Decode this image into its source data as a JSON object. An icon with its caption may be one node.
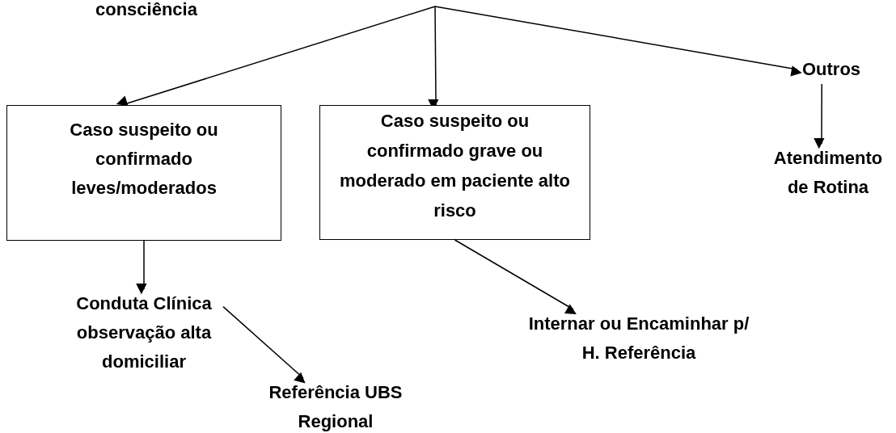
{
  "diagram": {
    "nodes": [
      {
        "text": [
          "Caso suspeito ou confirmado leves/moderados"
        ]
      },
      {
        "text": [
          "Caso suspeito ou confirmado grave ou moderado em paciente alto risco"
        ]
      },
      {
        "text": [
          "Outros"
        ]
      },
      {
        "text": [
          "Atendimento de Rotina"
        ]
      },
      {
        "text": [
          "Conduta Clínica observação alta domiciliar"
        ]
      },
      {
        "text": [
          "Referência UBS Regional"
        ]
      },
      {
        "text": [
          "Internar ou Encaminhar p/ H. Referência"
        ]
      }
    ],
    "edges": [
      {
        "from": null,
        "to": 0,
        "arrow": "to"
      },
      {
        "from": null,
        "to": 1,
        "arrow": "to"
      },
      {
        "from": null,
        "to": 2,
        "arrow": "to"
      },
      {
        "from": 2,
        "to": 3,
        "arrow": "to"
      },
      {
        "from": 0,
        "to": 4,
        "arrow": "to"
      },
      {
        "from": 4,
        "to": 5,
        "arrow": "to"
      },
      {
        "from": 1,
        "to": 6,
        "arrow": "to"
      }
    ],
    "labels": [
      "consciência"
    ]
  }
}
